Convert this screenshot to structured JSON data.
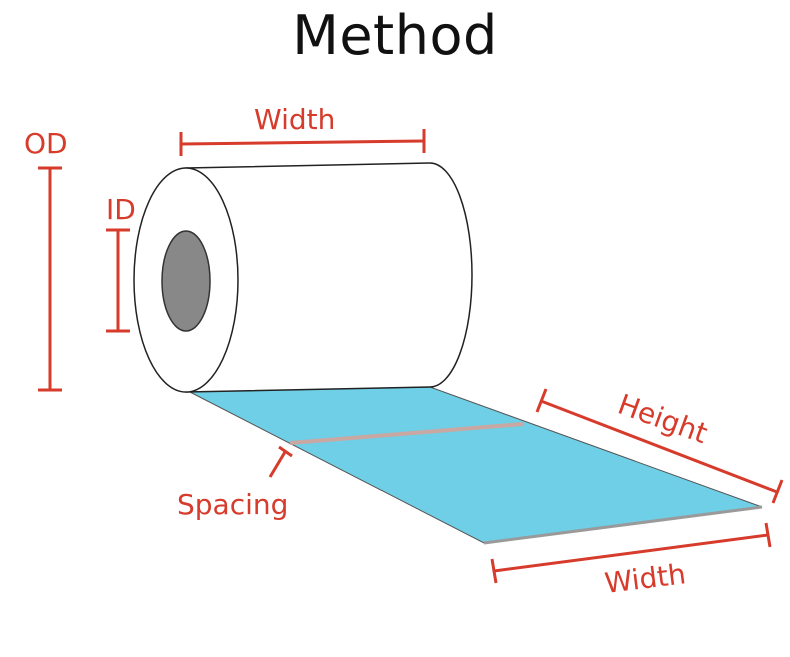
{
  "title": "Method",
  "labels": {
    "od": "OD",
    "id": "ID",
    "width_top": "Width",
    "height": "Height",
    "spacing": "Spacing",
    "width_bottom": "Width"
  },
  "colors": {
    "dimension": "#d63b2b",
    "label_strip": "#6ecfe6",
    "spacing_gap": "#c9a7a3",
    "core": "#888888",
    "outline": "#222222"
  }
}
